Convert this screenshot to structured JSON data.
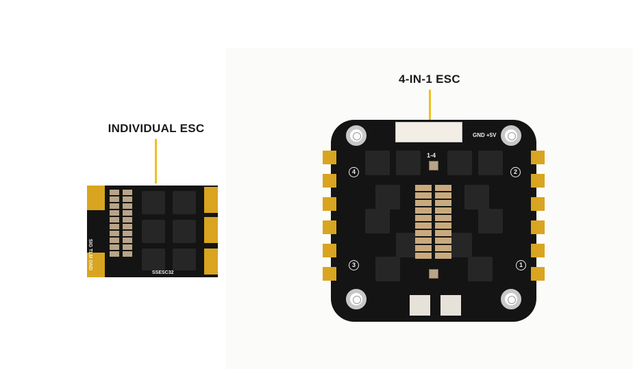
{
  "labels": {
    "individual": "INDIVIDUAL ESC",
    "four_in_one": "4-IN-1 ESC"
  },
  "individual_board": {
    "silkscreen": [
      "SIG TLM GND",
      "SSESC32"
    ]
  },
  "four_in_one_board": {
    "silkscreen": [
      "1-4",
      "GND +5V",
      "1",
      "2",
      "3",
      "4"
    ]
  },
  "colors": {
    "leader_line": "#f0c020",
    "pcb": "#141414",
    "pad_gold": "#d9a520"
  }
}
